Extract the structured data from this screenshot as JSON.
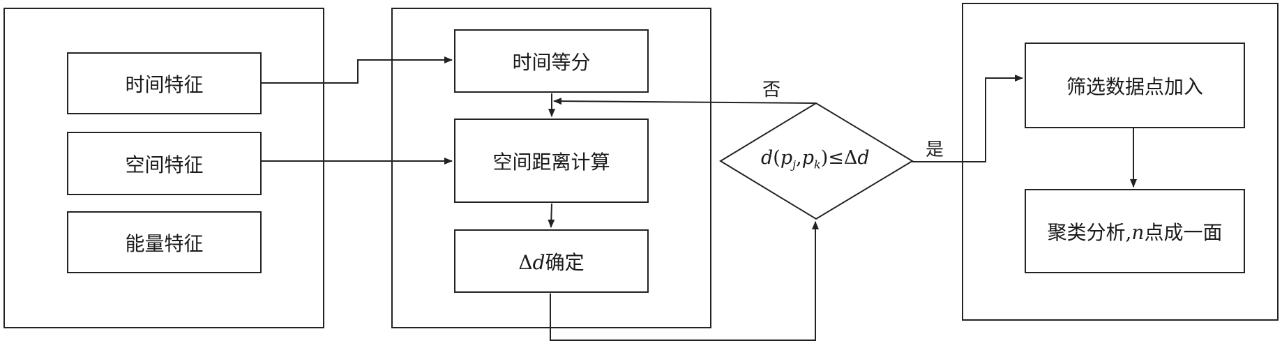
{
  "groups": [
    {
      "id": "features"
    },
    {
      "id": "processing"
    },
    {
      "id": "analysis"
    }
  ],
  "features": {
    "time": "时间特征",
    "space": "空间特征",
    "energy": "能量特征"
  },
  "processing": {
    "time_split": "时间等分",
    "space_distance": "空间距离计算",
    "delta_symbol": "Δ",
    "delta_var": "d",
    "delta_suffix": "确定"
  },
  "decision": {
    "condition_d": "d",
    "condition_p": "p",
    "sub_j": "j",
    "sub_k": "k",
    "relation": "≤",
    "rhs_delta": "Δ",
    "rhs_d": "d",
    "yes_label": "是",
    "no_label": "否"
  },
  "analysis": {
    "filter": "筛选数据点加入",
    "cluster_prefix": "聚类分析,",
    "cluster_n": "n",
    "cluster_suffix": "点成一面"
  },
  "colors": {
    "line": "#222222",
    "background": "#ffffff"
  }
}
